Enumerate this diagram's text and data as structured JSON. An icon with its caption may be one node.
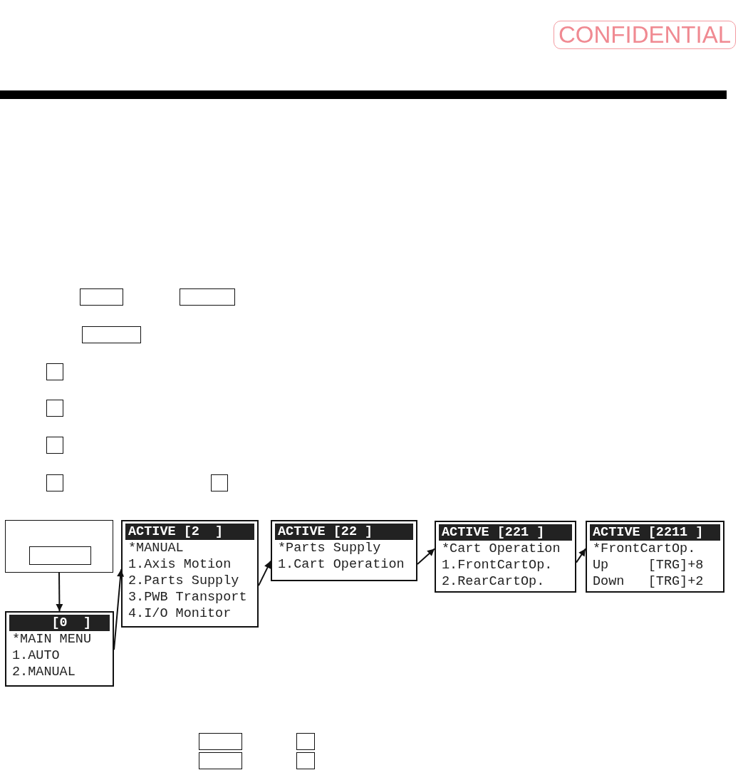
{
  "diagram": {
    "nodes": [
      {
        "text": [],
        "shape": "box"
      },
      {
        "text": [],
        "shape": "box"
      },
      {
        "text": [],
        "shape": "box"
      },
      {
        "text": [],
        "shape": "box"
      },
      {
        "text": [],
        "shape": "box"
      },
      {
        "text": [],
        "shape": "box"
      },
      {
        "text": [],
        "shape": "box"
      },
      {
        "text": [],
        "shape": "box"
      },
      {
        "text": [],
        "shape": "box"
      },
      {
        "text": [],
        "shape": "box",
        "in": 8
      },
      {
        "text": [
          "ACTIVE [2  ]",
          "*MANUAL",
          "1.Axis Motion",
          "2.Parts Supply",
          "3.PWB Transport",
          "4.I/O Monitor"
        ]
      },
      {
        "text": [
          "ACTIVE [22 ]",
          "*Parts Supply",
          "1.Cart Operation"
        ]
      },
      {
        "text": [
          "ACTIVE [221 ]",
          "*Cart Operation",
          "1.FrontCartOp.",
          "2.RearCartOp."
        ]
      },
      {
        "text": [
          "ACTIVE [2211 ]",
          "*FrontCartOp.",
          "Up     [TRG]+8",
          "Down   [TRG]+2"
        ]
      },
      {
        "text": [
          "     [0  ]",
          "*MAIN MENU",
          "1.AUTO",
          "2.MANUAL"
        ]
      },
      {
        "text": [],
        "shape": "box"
      },
      {
        "text": [],
        "shape": "box"
      },
      {
        "text": [],
        "shape": "box"
      },
      {
        "text": [],
        "shape": "box"
      }
    ],
    "edges": [
      {
        "from": 8,
        "to": 14,
        "arrow": "to"
      },
      {
        "from": 14,
        "to": 10,
        "arrow": "to"
      },
      {
        "from": 10,
        "to": 11,
        "arrow": "to"
      },
      {
        "from": 11,
        "to": 12,
        "arrow": "to"
      },
      {
        "from": 12,
        "to": 13,
        "arrow": "to"
      }
    ],
    "labels": [
      "CONFIDENTIAL"
    ]
  }
}
